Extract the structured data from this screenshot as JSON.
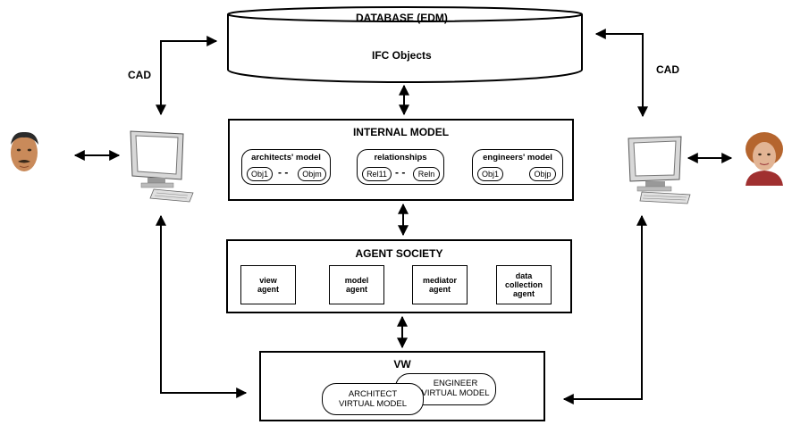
{
  "database": {
    "title": "DATABASE (EDM)",
    "content": "IFC Objects"
  },
  "cad_left": "CAD",
  "cad_right": "CAD",
  "internal_model": {
    "title": "INTERNAL MODEL",
    "architects": {
      "title": "architects' model",
      "items": [
        "Obj1",
        "Objm"
      ]
    },
    "relationships": {
      "title": "relationships",
      "items": [
        "Rel11",
        "Reln"
      ]
    },
    "engineers": {
      "title": "engineers' model",
      "items": [
        "Obj1",
        "Objp"
      ]
    }
  },
  "agent_society": {
    "title": "AGENT SOCIETY",
    "agents": [
      "view\nagent",
      "model\nagent",
      "mediator\nagent",
      "data\ncollection\nagent"
    ]
  },
  "vw": {
    "title": "VW",
    "engineer": "ENGINEER\nVIRTUAL MODEL",
    "architect": "ARCHITECT\nVIRTUAL MODEL"
  },
  "colors": {
    "line": "#000000",
    "skin": "#c98a5a",
    "hair_female": "#b5652e",
    "shirt_female": "#a03030",
    "monitor_screen": "#ffffff",
    "monitor_case": "#d8d8d8"
  }
}
